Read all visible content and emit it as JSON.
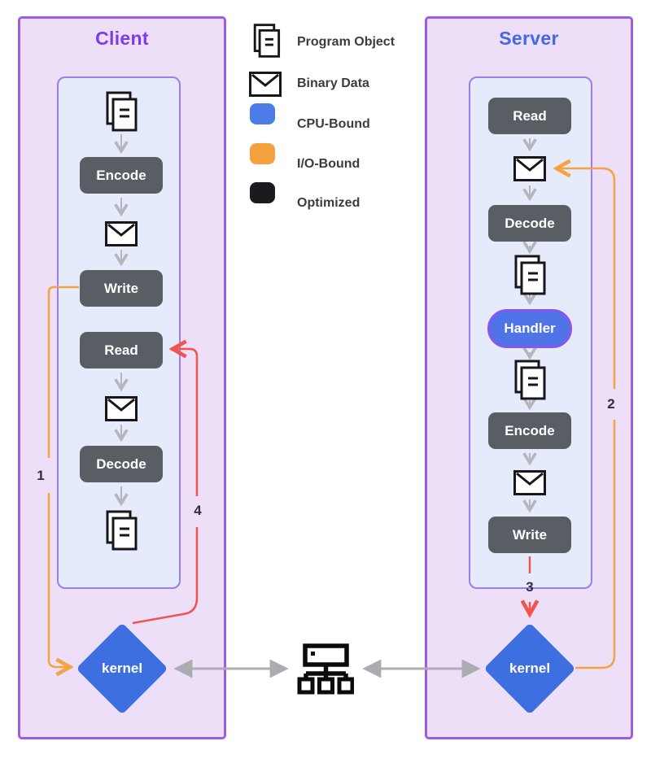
{
  "client": {
    "title": "Client",
    "steps": {
      "encode": "Encode",
      "write": "Write",
      "read": "Read",
      "decode": "Decode"
    },
    "kernel_label": "kernel"
  },
  "server": {
    "title": "Server",
    "steps": {
      "read": "Read",
      "decode": "Decode",
      "handler": "Handler",
      "encode": "Encode",
      "write": "Write"
    },
    "kernel_label": "kernel"
  },
  "legend": {
    "items": [
      {
        "label": "Program Object",
        "icon": "program-object-icon"
      },
      {
        "label": "Binary Data",
        "icon": "binary-data-icon"
      },
      {
        "label": "CPU-Bound",
        "swatch": "#4d7ce8"
      },
      {
        "label": "I/O-Bound",
        "swatch": "#f5a13d"
      },
      {
        "label": "Optimized",
        "swatch": "#1b1b1f"
      }
    ]
  },
  "annotations": {
    "step1": "1",
    "step2": "2",
    "step3": "3",
    "step4": "4"
  },
  "colors": {
    "panel_fill": "#ecdff7",
    "panel_border": "#9a5de4",
    "pipeline_fill": "#e5ebfb",
    "client_title": "#7c3aed",
    "server_title": "#4466e8",
    "process_box": "#595d64",
    "handler_fill": "#4f74e8",
    "kernel_fill": "#3d6fe0",
    "io_line_orange": "#f5a342",
    "cpu_line_red": "#f2534f",
    "flow_arrow_gray": "#b5b5bd"
  }
}
